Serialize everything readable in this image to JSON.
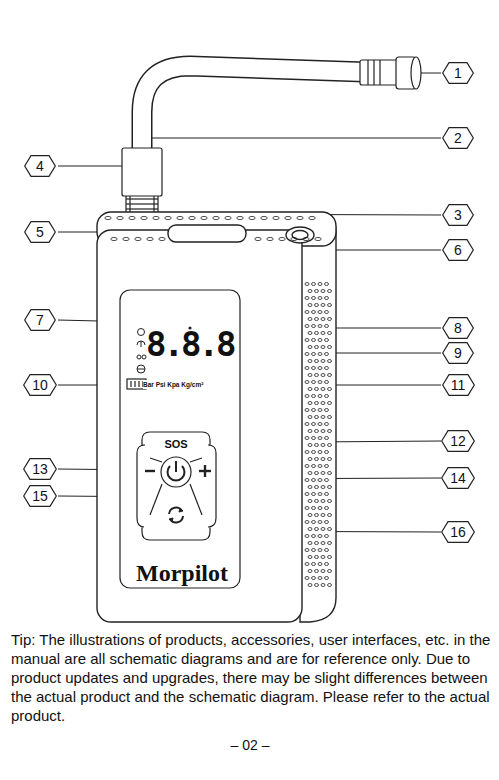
{
  "diagram": {
    "nodes": [
      {
        "text": [
          "1"
        ]
      },
      {
        "text": [
          "2"
        ]
      },
      {
        "text": [
          "4"
        ]
      },
      {
        "text": [
          "3"
        ]
      },
      {
        "text": [
          "5"
        ]
      },
      {
        "text": [
          "6"
        ]
      },
      {
        "text": [
          "7"
        ]
      },
      {
        "text": [
          "8"
        ]
      },
      {
        "text": [
          "9"
        ]
      },
      {
        "text": [
          "10"
        ]
      },
      {
        "text": [
          "11"
        ]
      },
      {
        "text": [
          "12"
        ]
      },
      {
        "text": [
          "13"
        ]
      },
      {
        "text": [
          "14"
        ]
      },
      {
        "text": [
          "15"
        ]
      },
      {
        "text": [
          "16"
        ]
      }
    ],
    "labels": [
      "8.8.8",
      "Bar Psi Kpa Kg/cm²",
      "SOS",
      "Morpilot",
      "Tip: The illustrations of products, accessories, user interfaces, etc. in the manual are all schematic diagrams and are for reference only. Due to product updates and upgrades, there may be slight differences between the actual product and the schematic diagram. Please refer to the actual product.",
      "– 02 –"
    ]
  }
}
